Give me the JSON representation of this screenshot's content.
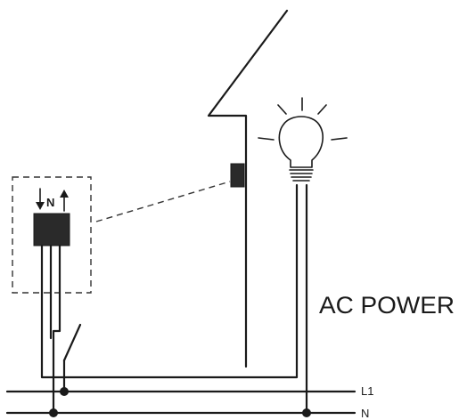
{
  "labels": {
    "ac_power": "AC POWER",
    "neutral_marker": "N",
    "line_l1": "L1",
    "line_n": "N"
  },
  "colors": {
    "ink": "#1a1a1a",
    "background": "#ffffff"
  },
  "icons": {
    "bulb": "light-bulb-icon",
    "relay": "relay-module-icon",
    "sensor": "wall-sensor-icon",
    "switch": "switch-icon"
  }
}
